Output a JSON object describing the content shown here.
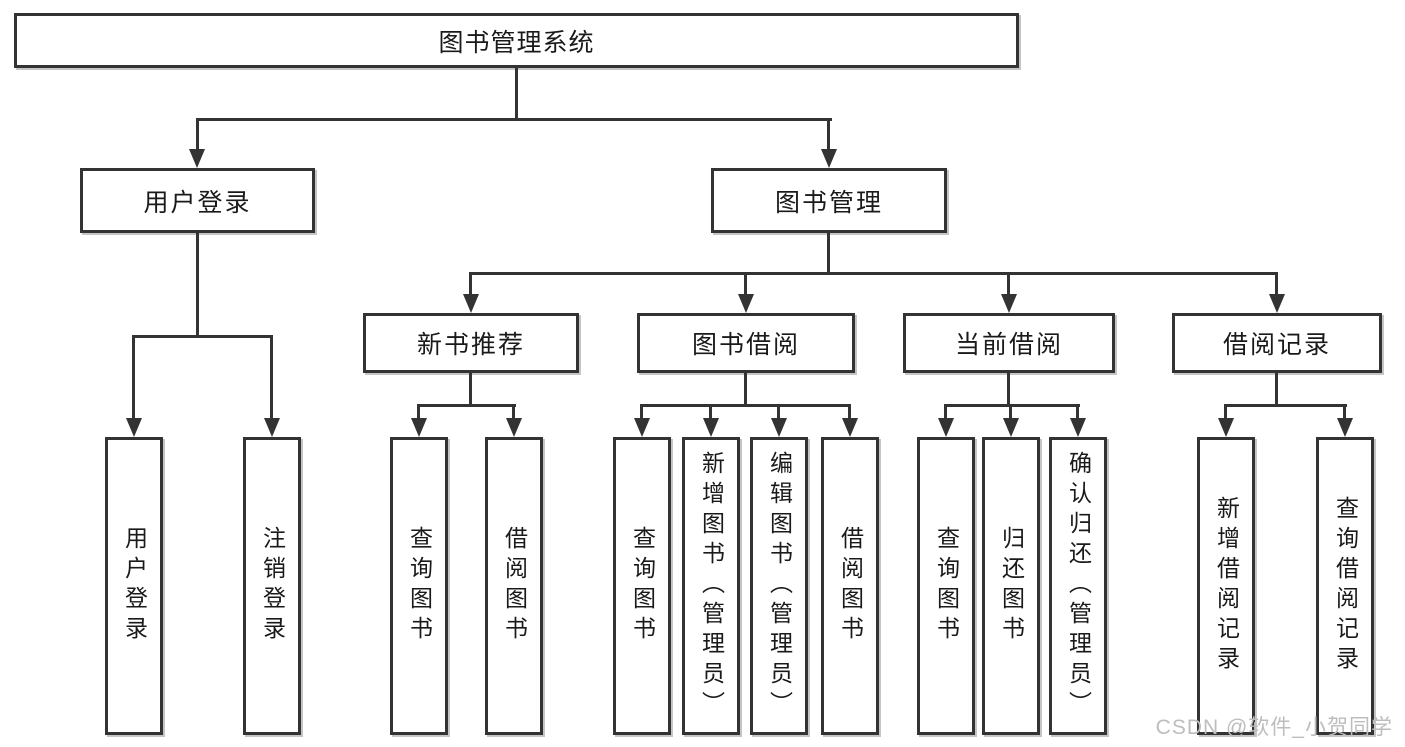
{
  "root": {
    "label": "图书管理系统"
  },
  "level2": [
    {
      "label": "用户登录"
    },
    {
      "label": "图书管理"
    }
  ],
  "level3": [
    {
      "label": "新书推荐"
    },
    {
      "label": "图书借阅"
    },
    {
      "label": "当前借阅"
    },
    {
      "label": "借阅记录"
    }
  ],
  "leaves": {
    "user_login": [
      {
        "label": "用户登录"
      },
      {
        "label": "注销登录"
      }
    ],
    "new_book": [
      {
        "label": "查询图书"
      },
      {
        "label": "借阅图书"
      }
    ],
    "book_borrow": [
      {
        "label": "查询图书"
      },
      {
        "label": "新增图书（管理员）"
      },
      {
        "label": "编辑图书（管理员）"
      },
      {
        "label": "借阅图书"
      }
    ],
    "current_borrow": [
      {
        "label": "查询图书"
      },
      {
        "label": "归还图书"
      },
      {
        "label": "确认归还（管理员）"
      }
    ],
    "borrow_record": [
      {
        "label": "新增借阅记录"
      },
      {
        "label": "查询借阅记录"
      }
    ]
  },
  "watermark": {
    "text": "CSDN @软件_小贺同学"
  },
  "colors": {
    "line": "#333333",
    "text": "#1a1a1a",
    "watermark": "#bdbdbd",
    "background": "#ffffff"
  }
}
